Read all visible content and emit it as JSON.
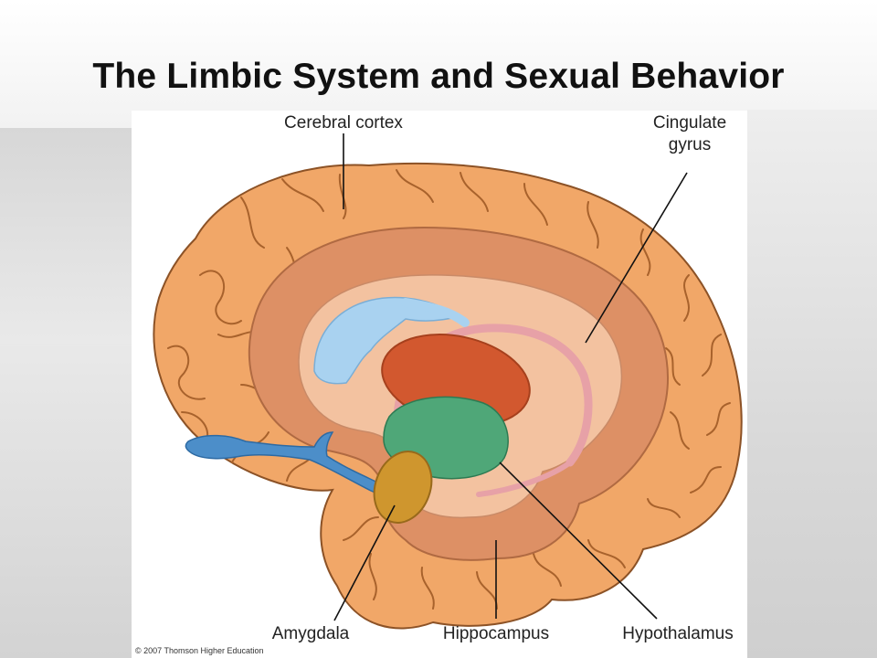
{
  "slide": {
    "title": "The Limbic System and Sexual Behavior"
  },
  "diagram": {
    "labels": {
      "cerebral_cortex": "Cerebral cortex",
      "cingulate_line1": "Cingulate",
      "cingulate_line2": "gyrus",
      "amygdala": "Amygdala",
      "hippocampus": "Hippocampus",
      "hypothalamus": "Hypothalamus"
    },
    "credit": "© 2007 Thomson Higher Education",
    "colors": {
      "cortex": "#f1a768",
      "cortex_outline": "#8c5226",
      "cingulate": "#dd9065",
      "inner": "#f3c2a0",
      "ventricle_blue": "#a9d2f0",
      "fornix_pink": "#e7a1a7",
      "thalamus": "#d2582f",
      "hypothalamus": "#4fa778",
      "amygdala": "#cf962e",
      "olfactory": "#4c8ec9"
    }
  }
}
